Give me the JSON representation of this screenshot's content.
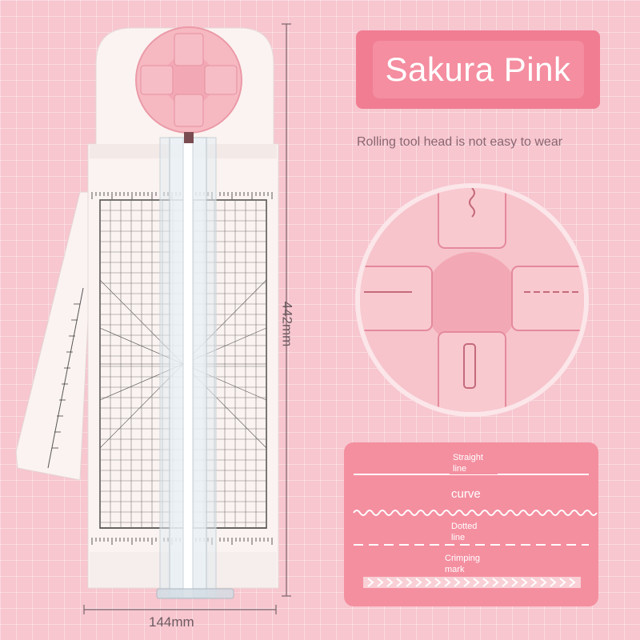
{
  "header": {
    "title": "Sakura Pink"
  },
  "caption": {
    "text": "Rolling tool head is not easy to wear"
  },
  "dimensions": {
    "width_label": "144mm",
    "height_label": "442mm"
  },
  "sample_lines": {
    "straight_label": "Straight line",
    "curve_label": "curve",
    "dotted_label": "Dotted line",
    "crimping_label": "Crimping mark"
  },
  "colors": {
    "background": "#f7c6cf",
    "banner": "#f07d92",
    "card": "#f48fa0",
    "product_body": "#fbf3f1",
    "roller_head": "#f4b3bd"
  }
}
